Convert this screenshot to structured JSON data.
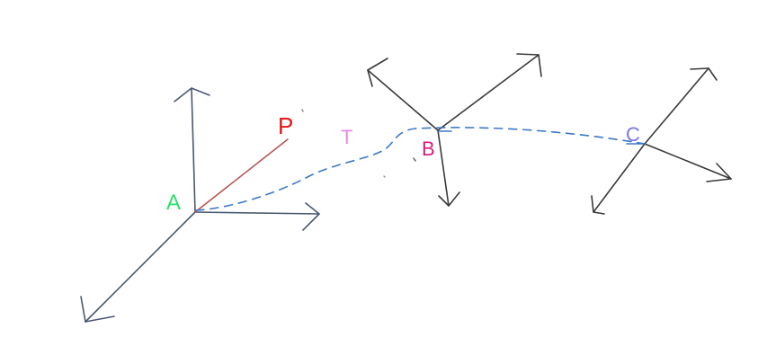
{
  "labels": {
    "a": "A",
    "p": "P",
    "t": "T",
    "b": "B",
    "c": "C"
  },
  "colors": {
    "axis": "#4a5872",
    "axis_dark": "#3a3a3a",
    "path": "#3a78c8",
    "vector_p": "#b5524a",
    "label_a": "#2ee06a",
    "label_p": "#e81414",
    "label_t": "#e78ae6",
    "label_b": "#e0187a",
    "label_c": "#7a78e0"
  }
}
